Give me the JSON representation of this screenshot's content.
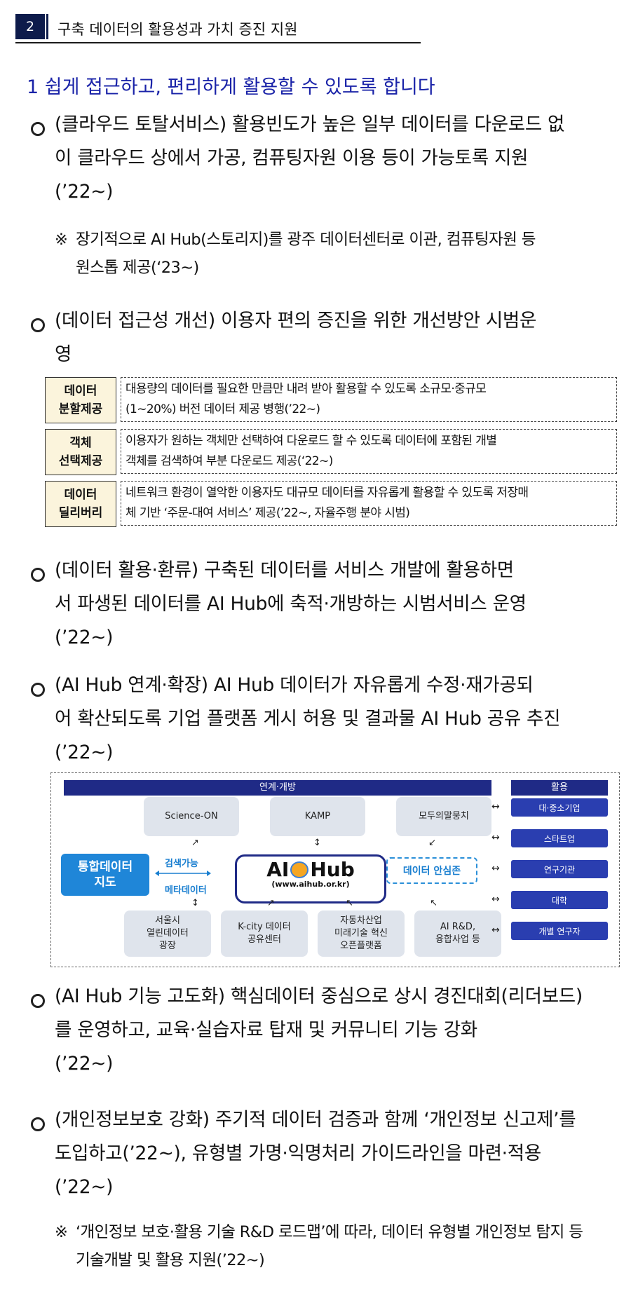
{
  "section": {
    "number": "2",
    "title": "구축 데이터의 활용성과 가치 증진 지원"
  },
  "subheading": "1  쉽게 접근하고, 편리하게 활용할 수 있도록 합니다",
  "bullets": [
    {
      "lines": [
        "(클라우드 토탈서비스) 활용빈도가 높은 일부 데이터를 다운로드 없",
        "이 클라우드 상에서 가공, 컴퓨팅자원 이용 등이 가능토록 지원",
        "(’22~)"
      ]
    },
    {
      "lines": [
        "(데이터 접근성 개선) 이용자 편의 증진을 위한 개선방안 시범운",
        "영"
      ]
    },
    {
      "lines": [
        "(데이터 활용·환류) 구축된 데이터를 서비스 개발에 활용하면",
        "서 파생된 데이터를 AI Hub에 축적·개방하는 시범서비스 운영",
        "(’22~)"
      ]
    },
    {
      "lines": [
        "(AI Hub 연계·확장) AI Hub 데이터가 자유롭게 수정·재가공되",
        "어 확산되도록 기업 플랫폼 게시 허용 및 결과물 AI Hub 공유 추진",
        "(’22~)"
      ]
    },
    {
      "lines": [
        "(AI Hub 기능 고도화) 핵심데이터 중심으로 상시 경진대회(리더보드)",
        "를 운영하고, 교육·실습자료 탑재 및 커뮤니티 기능 강화",
        "(’22~)"
      ]
    },
    {
      "lines": [
        "(개인정보보호 강화) 주기적 데이터 검증과 함께 ‘개인정보 신고제’를",
        "도입하고(’22~), 유형별 가명·익명처리 가이드라인을 마련·적용",
        "(’22~)"
      ]
    }
  ],
  "notes": [
    {
      "mark": "※",
      "lines": [
        "장기적으로 AI Hub(스토리지)를 광주 데이터센터로 이관, 컴퓨팅자원 등",
        "원스톱 제공(‘23~)"
      ]
    },
    {
      "mark": "※",
      "lines": [
        "‘개인정보 보호·활용 기술 R&D 로드맵’에 따라, 데이터 유형별 개인정보 탐지 등",
        "기술개발 및 활용 지원(’22~)"
      ]
    }
  ],
  "table": [
    {
      "label": [
        "데이터",
        "분할제공"
      ],
      "desc": [
        "대용량의 데이터를 필요한 만큼만 내려 받아 활용할 수 있도록 소규모·중규모",
        "(1~20%) 버전 데이터 제공 병행(’22~)"
      ]
    },
    {
      "label": [
        "객체",
        "선택제공"
      ],
      "desc": [
        "이용자가 원하는 객체만 선택하여 다운로드 할 수 있도록 데이터에 포함된 개별",
        "객체를 검색하여 부분 다운로드 제공(‘22~)"
      ]
    },
    {
      "label": [
        "데이터",
        "딜리버리"
      ],
      "desc": [
        "네트워크 환경이 열악한 이용자도 대규모 데이터를 자유롭게 활용할 수 있도록 저장매",
        "체 기반 ‘주문-대여 서비스’ 제공(’22~, 자율주행 분야 시범)"
      ]
    }
  ],
  "diagram": {
    "top_bar": "연계·개방",
    "use_bar": "활용",
    "top_boxes": [
      "Science-ON",
      "KAMP",
      "모두의말뭉치"
    ],
    "bottom_boxes": [
      [
        "서울시",
        "열린데이터",
        "광장"
      ],
      [
        "K-city 데이터",
        "공유센터"
      ],
      [
        "자동차산업",
        "미래기술 혁신",
        "오픈플랫폼"
      ],
      [
        "AI R&D,",
        "융합사업 등"
      ]
    ],
    "left_box": [
      "통합데이터",
      "지도"
    ],
    "search_label": "검색가능",
    "meta_label": "메타데이터",
    "hub_name_a": "AI",
    "hub_name_b": "Hub",
    "hub_url": "(www.aihub.or.kr)",
    "safe_zone": "데이터 안심존",
    "users": [
      "대·중소기업",
      "스타트업",
      "연구기관",
      "대학",
      "개별 연구자"
    ],
    "colors": {
      "navy": "#1f2a86",
      "blue": "#1f86d8",
      "box": "#dfe4ec"
    }
  }
}
